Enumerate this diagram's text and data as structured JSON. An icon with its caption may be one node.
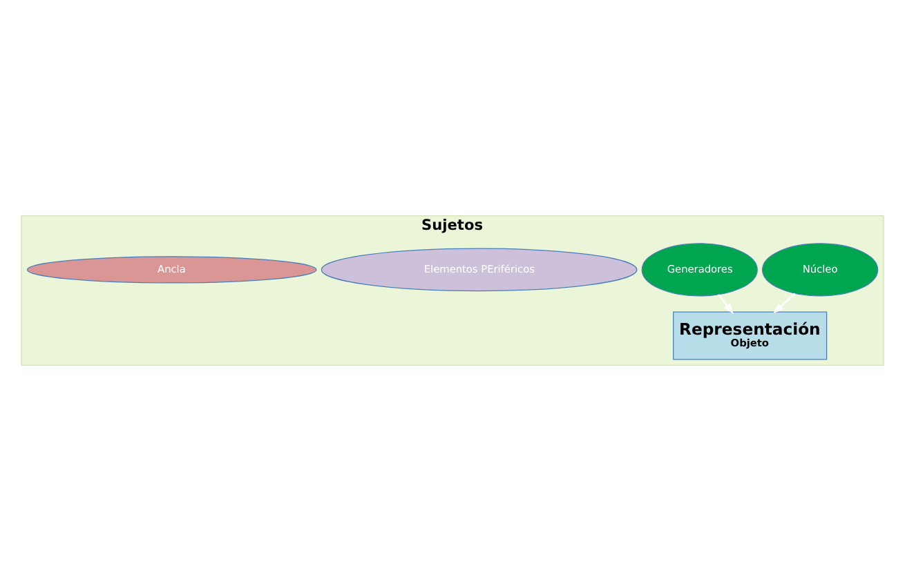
{
  "diagram": {
    "nodes": [
      {
        "text": [
          "Sujetos"
        ]
      },
      {
        "text": [
          "Núcleo"
        ],
        "in": 0
      },
      {
        "text": [
          "Generadores"
        ],
        "in": 0
      },
      {
        "text": [
          "Representación",
          "Objeto"
        ],
        "in": 0
      },
      {
        "text": [
          "Elementos PEriféricos"
        ],
        "in": 0
      },
      {
        "text": [
          "Ancla"
        ],
        "in": 0
      }
    ],
    "edges": [
      {
        "from": 1,
        "to": 3,
        "arrow": "to"
      },
      {
        "from": 2,
        "to": 3,
        "arrow": "to"
      }
    ]
  }
}
